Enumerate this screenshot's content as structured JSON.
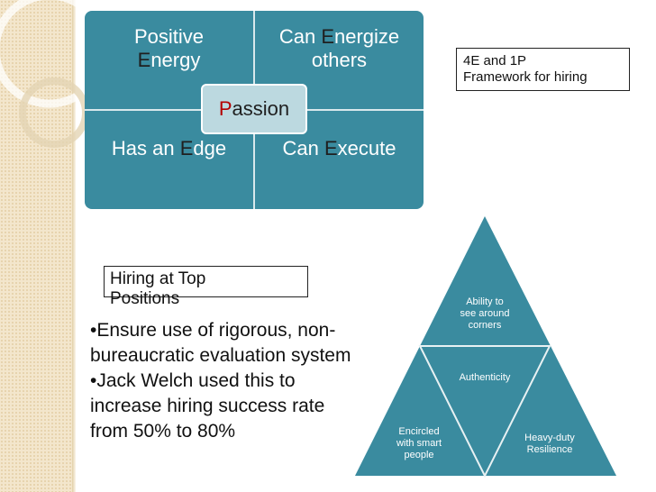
{
  "quad": {
    "top_left": {
      "line1": "Positive",
      "hl": "E",
      "rest": "nergy"
    },
    "top_right": {
      "pre": "Can ",
      "hl": "E",
      "post": "nergize",
      "line2": "others"
    },
    "bottom_left": {
      "pre": "Has an ",
      "hl": "E",
      "post": "dge"
    },
    "bottom_right": {
      "pre": "Can ",
      "hl": "E",
      "post": "xecute"
    },
    "center": {
      "hl": "P",
      "rest": "assion"
    }
  },
  "framework_label": {
    "line1": "4E and 1P",
    "line2": "Framework for hiring"
  },
  "hiring_label": {
    "line1": "Hiring at Top",
    "line2": "Positions"
  },
  "bullets": [
    "•Ensure use of rigorous, non-bureaucratic evaluation system",
    "•Jack Welch used this to increase hiring success rate from 50% to 80%"
  ],
  "triangle": {
    "top": {
      "l1": "Ability to",
      "l2": "see around",
      "l3": "corners"
    },
    "center": "Authenticity",
    "bottom_left": {
      "l1": "Encircled",
      "l2": "with smart",
      "l3": "people"
    },
    "bottom_right": {
      "l1": "Heavy-duty",
      "l2": "Resilience"
    }
  },
  "colors": {
    "teal": "#3a8b9f",
    "highlight_letter": "#1f1f1f",
    "passion_letter": "#b30000",
    "strip": "#f3e6cc"
  }
}
